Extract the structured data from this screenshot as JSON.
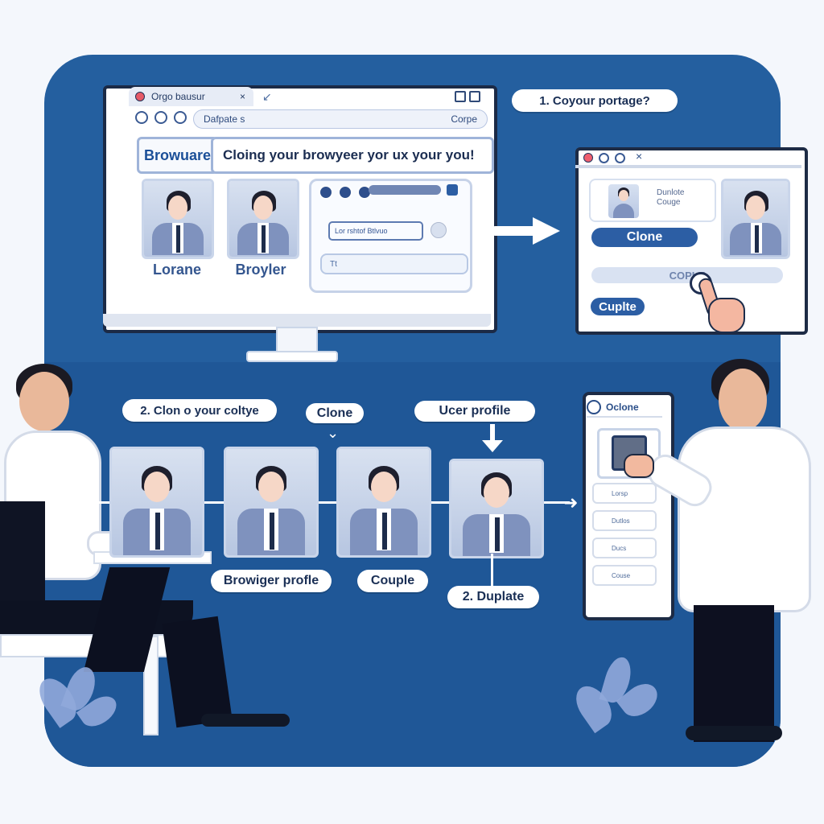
{
  "top_window": {
    "tab_title": "Orgo bausur",
    "close_glyph": "×",
    "address_text": "Dafpate s",
    "address_right": "Corpe",
    "brand_label": "Browuare",
    "headline": "Cloing your browyeer yor ux your you!",
    "left_profile_name": "Lorane",
    "right_profile_name": "Broyler",
    "small_field": "Lor rshtof Btlvuo",
    "small_field_2": "Tt"
  },
  "callouts": {
    "step1": "1. Coyour portage?",
    "step2": "2. Clon o your coltye",
    "clone_small": "Clone",
    "ucer_profile": "Ucer profile",
    "browser_profile": "Browiger profle",
    "couple": "Couple",
    "duplate": "2. Duplate"
  },
  "clone_window": {
    "title": "Oclone",
    "subtitle_1": "Dunlote",
    "subtitle_2": "Couge",
    "clone_button": "Clone",
    "copy_button": "COPLE",
    "complete_button": "Cuplte",
    "sidebar_items": [
      "Lorsp",
      "Dutlos",
      "Ducs",
      "Couse"
    ]
  },
  "colors": {
    "panel": "#245f9f",
    "panel_dark": "#1f5797",
    "accent": "#2c5ea4",
    "text": "#1a2f55"
  },
  "icons": [
    "back-arrow-icon",
    "window-control-icon",
    "right-arrow-icon",
    "cursor-hand-icon",
    "down-arrow-icon",
    "leaf-icon"
  ]
}
